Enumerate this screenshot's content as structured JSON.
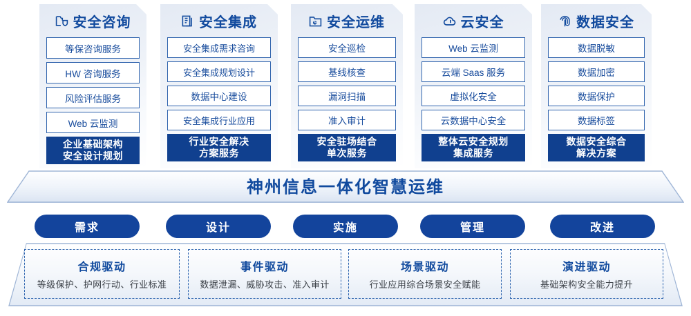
{
  "columns": [
    {
      "icon": "folder-shield-icon",
      "title": "安全咨询",
      "items": [
        "等保咨询服务",
        "HW 咨询服务",
        "风险评估服务",
        "Web 云监测"
      ],
      "highlight": [
        "企业基础架构",
        "安全设计规划"
      ]
    },
    {
      "icon": "documents-icon",
      "title": "安全集成",
      "items": [
        "安全集成需求咨询",
        "安全集成规划设计",
        "数据中心建设",
        "安全集成行业应用"
      ],
      "highlight": [
        "行业安全解决",
        "方案服务"
      ]
    },
    {
      "icon": "folder-chart-icon",
      "title": "安全运维",
      "items": [
        "安全巡检",
        "基线核查",
        "漏洞扫描",
        "准入审计"
      ],
      "highlight": [
        "安全驻场结合",
        "单次服务"
      ]
    },
    {
      "icon": "cloud-icon",
      "title": "云安全",
      "items": [
        "Web 云监测",
        "云端 Saas 服务",
        "虚拟化安全",
        "云数据中心安全"
      ],
      "highlight": [
        "整体云安全规划",
        "集成服务"
      ]
    },
    {
      "icon": "fingerprint-icon",
      "title": "数据安全",
      "items": [
        "数据脱敏",
        "数据加密",
        "数据保护",
        "数据标签"
      ],
      "highlight": [
        "数据安全综合",
        "解决方案"
      ]
    }
  ],
  "banner": {
    "title": "神州信息一体化智慧运维"
  },
  "stages": [
    {
      "label": "需求"
    },
    {
      "label": "设计"
    },
    {
      "label": "实施"
    },
    {
      "label": "管理"
    },
    {
      "label": "改进"
    }
  ],
  "drivers": [
    {
      "title": "合规驱动",
      "desc": "等级保护、护网行动、行业标准"
    },
    {
      "title": "事件驱动",
      "desc": "数据泄漏、威胁攻击、准入审计"
    },
    {
      "title": "场景驱动",
      "desc": "行业应用综合场景安全赋能"
    },
    {
      "title": "演进驱动",
      "desc": "基础架构安全能力提升"
    }
  ],
  "colors": {
    "brand_blue": "#114a9e",
    "solid_blue": "#10408f",
    "pill_blue": "#13449c",
    "item_border": "#2f63ad",
    "dashed_border": "#2a62ae"
  }
}
